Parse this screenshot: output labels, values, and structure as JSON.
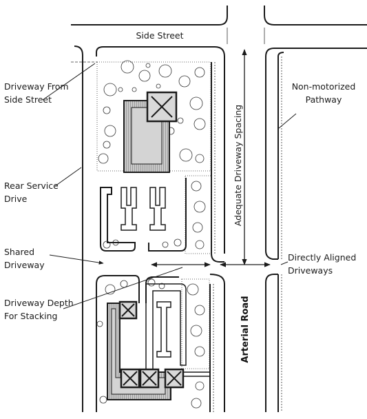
{
  "labels": {
    "side_street": "Side Street",
    "driveway_from_side_street_1": "Driveway From",
    "driveway_from_side_street_2": "Side Street",
    "rear_service_drive_1": "Rear Service",
    "rear_service_drive_2": "Drive",
    "shared_driveway_1": "Shared",
    "shared_driveway_2": "Driveway",
    "driveway_depth_1": "Driveway Depth",
    "driveway_depth_2": "For Stacking",
    "adequate_spacing": "Adequate Driveway Spacing",
    "non_motorized_1": "Non-motorized",
    "non_motorized_2": "Pathway",
    "directly_aligned_1": "Directly Aligned",
    "directly_aligned_2": "Driveways",
    "arterial_road": "Arterial Road"
  }
}
